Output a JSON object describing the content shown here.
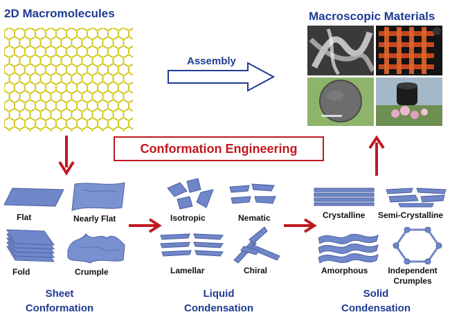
{
  "titles": {
    "left": "2D Macromolecules",
    "right": "Macroscopic Materials",
    "center": "Conformation Engineering"
  },
  "arrows": {
    "assembly": "Assembly"
  },
  "sheet": {
    "flat": "Flat",
    "nearly_flat": "Nearly  Flat",
    "fold": "Fold",
    "crumple": "Crumple",
    "caption_line1": "Sheet",
    "caption_line2": "Conformation"
  },
  "liquid": {
    "isotropic": "Isotropic",
    "nematic": "Nematic",
    "lamellar": "Lamellar",
    "chiral": "Chiral",
    "caption_line1": "Liquid",
    "caption_line2": "Condensation"
  },
  "solid": {
    "crystalline": "Crystalline",
    "semi_crystalline": "Semi-Crystalline",
    "amorphous": "Amorphous",
    "independent_line1": "Independent",
    "independent_line2": "Crumples",
    "caption_line1": "Solid",
    "caption_line2": "Condensation"
  },
  "colors": {
    "title_blue": "#1f3a93",
    "arrow_red": "#c0181f",
    "sheet_blue": "#6f86c8",
    "lattice_yellow": "#d9cf1c"
  }
}
